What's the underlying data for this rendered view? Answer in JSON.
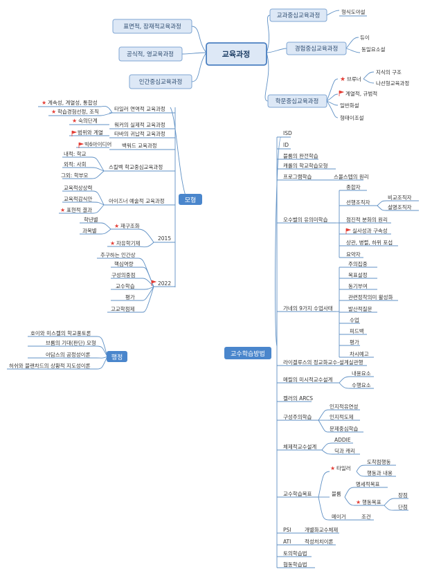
{
  "center": "교육과정",
  "left_topics": [
    "표면적, 잠재적교육과정",
    "공식적, 영교육과정",
    "인간중심교육과정"
  ],
  "right_topics": {
    "subject": {
      "label": "교과중심교육과정",
      "children": [
        "형식도야설"
      ]
    },
    "experience": {
      "label": "경험중심교육과정",
      "children": [
        "듀이",
        "동일요소설"
      ]
    },
    "discipline": {
      "label": "학문중심교육과정",
      "bruner": "브루너",
      "bruner_children": [
        "지식의 구조",
        "나선형교육과정"
      ],
      "children": [
        "계열적, 규범적",
        "일반화설",
        "형태이조설"
      ]
    }
  },
  "model": {
    "label": "모형",
    "tyler": "타일러 연역적 교육과정",
    "tyler_children": [
      "계속성, 계열성, 통합성",
      "학습경험선정, 조직"
    ],
    "walker": "워커의 실제적 교육과정",
    "walker_children": [
      "숙의단계"
    ],
    "taba": "타바의 귀납적 교육과정",
    "taba_children": [
      "범위와 계열"
    ],
    "backward": "백워드 교육과정",
    "backward_children": [
      "빅6아이디어"
    ],
    "skilbeck": "스킬벡 학교중심교육과정",
    "skilbeck_children": [
      "내적: 학교",
      "외적: 사회",
      "그외: 학부모"
    ],
    "eisner": "아이즈너 예술적 교육과정",
    "eisner_children": [
      "교육적상상력",
      "교육적감식안",
      "표현적 결과"
    ],
    "y2015": "2015",
    "y2015_children": [
      "학년별",
      "과목별",
      "재구조화",
      "자유학기제"
    ],
    "y2022": "2022",
    "y2022_children": [
      "추구하는 인간상",
      "핵심역량",
      "구성의중점",
      "교수학습",
      "평가",
      "고교학점제"
    ]
  },
  "admin": {
    "label": "행정",
    "children": [
      "호이와 미스켈의 학교풍토론",
      "브룸의 기대(판단) 모형",
      "아담스의 공정성이론",
      "허쉬와 블랜차드의 상황적 지도성이론"
    ]
  },
  "teaching": {
    "label": "교수학습방법",
    "simple": [
      "ISD",
      "ID",
      "블룸의 완전학습",
      "캐롤의 학교학습모형"
    ],
    "program": "프로그램학습",
    "program_child": "스몰스텝의 원리",
    "ausubel": "오수벨의 유의미학습",
    "ausubel_children": [
      "종합자",
      "선행조직자",
      "점진적 분화의 원리",
      "실사성과 구속성",
      "상관, 병렬, 하위 포섭",
      "요약자"
    ],
    "organizer_children": [
      "비교조직자",
      "설명조직자"
    ],
    "gagne": "가네의 9가지 수업사태",
    "gagne_children": [
      "주의집중",
      "목표설정",
      "동기부여",
      "관련정착의미 활성화",
      "발산적질문",
      "수업",
      "피드백",
      "평가",
      "차시예고"
    ],
    "reigeluth": "라이겔루스의 정교화교수-설계실관행",
    "merrill": "메릴의 미시적교수설계",
    "merrill_children": [
      "내용요소",
      "수행요소"
    ],
    "keller": "켈러의 ARCS",
    "constructivism": "구성주의학습",
    "constructivism_children": [
      "인지적유연성",
      "인지적도제",
      "문제중심학습"
    ],
    "systems": "체제적교수설계",
    "systems_children": [
      "ADDIE",
      "딕과 캐리"
    ],
    "objectives": "교수학습목표",
    "tyler2": "타일러",
    "tyler2_children": [
      "도착점행동",
      "행동과 내용"
    ],
    "bloom": "블룸",
    "bloom_children": [
      "명세적목표",
      "행동목표"
    ],
    "behavior_children": [
      "장점",
      "단점"
    ],
    "mager": "메이거",
    "mager_child": "조건",
    "psi": "PSI",
    "psi_child": "개별화교수체제",
    "ati": "ATI",
    "ati_child": "적성처치이론",
    "cooperative": "토의학습법",
    "collaborative": "협동학습법"
  },
  "colors": {
    "line": "#5d8fc4",
    "node_fill": "#dde8f6",
    "accent_fill": "#4a86cc",
    "flag": "#e33d35"
  }
}
